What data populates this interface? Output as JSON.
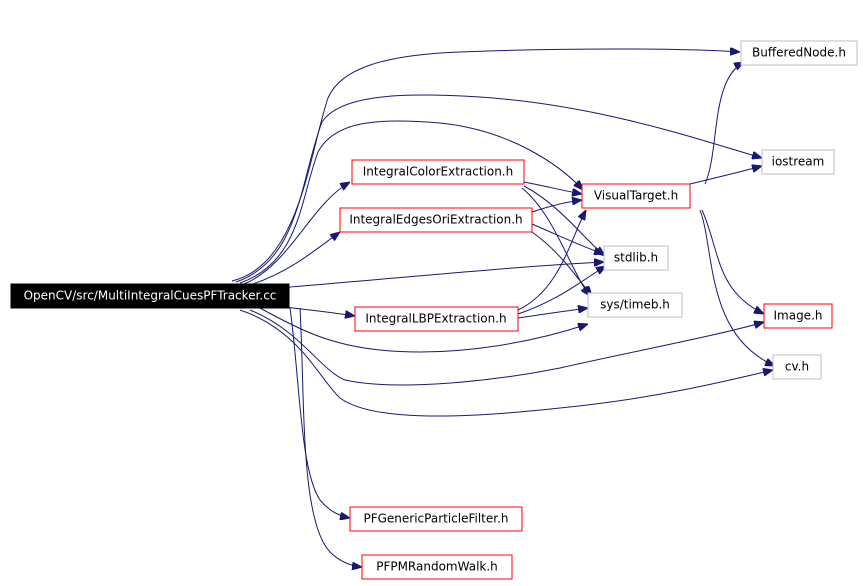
{
  "graph": {
    "colors": {
      "edge": "#191970",
      "root_fill": "#000000",
      "root_text": "#ffffff",
      "local_border": "#ff0000",
      "external_border": "#bfbfbf",
      "text": "#000000"
    },
    "nodes": [
      {
        "id": "root",
        "label": "OpenCV/src/MultiIntegralCuesPFTracker.cc",
        "kind": "root"
      },
      {
        "id": "buffered",
        "label": "BufferedNode.h",
        "kind": "external"
      },
      {
        "id": "iostream",
        "label": "iostream",
        "kind": "external"
      },
      {
        "id": "icolor",
        "label": "IntegralColorExtraction.h",
        "kind": "local"
      },
      {
        "id": "visual",
        "label": "VisualTarget.h",
        "kind": "local"
      },
      {
        "id": "iedges",
        "label": "IntegralEdgesOriExtraction.h",
        "kind": "local"
      },
      {
        "id": "stdlib",
        "label": "stdlib.h",
        "kind": "external"
      },
      {
        "id": "ilbp",
        "label": "IntegralLBPExtraction.h",
        "kind": "local"
      },
      {
        "id": "timeb",
        "label": "sys/timeb.h",
        "kind": "external"
      },
      {
        "id": "image",
        "label": "Image.h",
        "kind": "local"
      },
      {
        "id": "cv",
        "label": "cv.h",
        "kind": "external"
      },
      {
        "id": "pfgen",
        "label": "PFGenericParticleFilter.h",
        "kind": "local"
      },
      {
        "id": "pfrw",
        "label": "PFPMRandomWalk.h",
        "kind": "local"
      }
    ]
  }
}
